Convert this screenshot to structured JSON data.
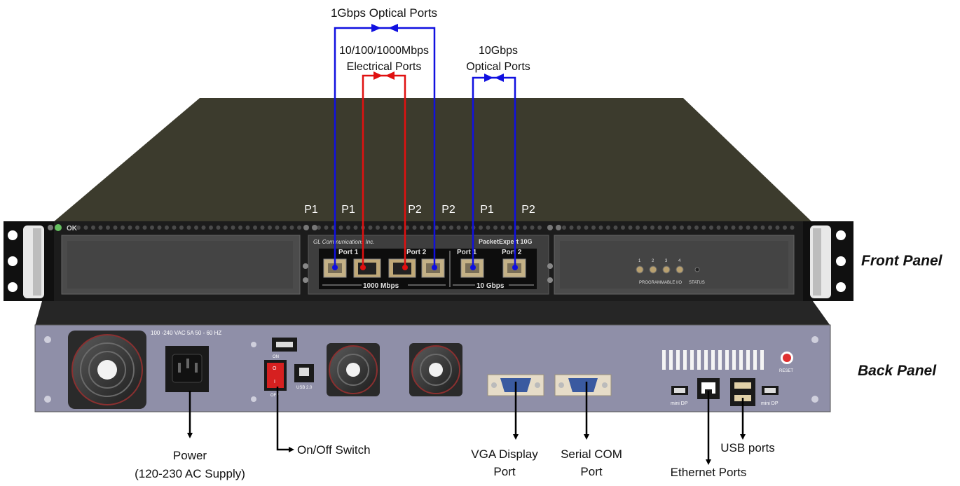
{
  "callouts": {
    "gbps_optical": "1Gbps Optical Ports",
    "electrical_line1": "10/100/1000Mbps",
    "electrical_line2": "Electrical Ports",
    "tengig_line1": "10Gbps",
    "tengig_line2": "Optical Ports"
  },
  "port_markers": [
    "P1",
    "P1",
    "P2",
    "P2",
    "P1",
    "P2"
  ],
  "panel_labels": {
    "front": "Front Panel",
    "back": "Back Panel"
  },
  "front_panel": {
    "ok_label": "OK",
    "brand": "GL Communications Inc.",
    "product": "PacketExpert 10G",
    "port1": "Port 1",
    "port2": "Port 2",
    "port1_10g": "Port 1",
    "port2_10g": "Port 2",
    "speed_1000": "1000 Mbps",
    "speed_10g": "10 Gbps",
    "prog_nums": [
      "1",
      "2",
      "3",
      "4"
    ],
    "prog_label": "PROGRAMMABLE I/O",
    "status_label": "STATUS"
  },
  "back_panel": {
    "voltage": "100 -240 VAC    5A    50 - 60 HZ",
    "switch_on": "ON",
    "switch_off": "OFF",
    "usb_label": "USB 2.0",
    "reset": "RESET",
    "mini_dp_left": "mini DP",
    "mini_dp_right": "mini DP"
  },
  "bottom_labels": {
    "power_line1": "Power",
    "power_line2": "(120-230 AC Supply)",
    "onoff": "On/Off Switch",
    "vga_line1": "VGA Display",
    "vga_line2": "Port",
    "serial_line1": "Serial COM",
    "serial_line2": "Port",
    "ethernet": "Ethernet Ports",
    "usb": "USB ports"
  },
  "colors": {
    "optical_link": "#1010e0",
    "electrical_link": "#e01010",
    "chassis_top": "#3b3a2c",
    "front_face": "#2a2a2a",
    "back_face": "#8e8ea8"
  }
}
